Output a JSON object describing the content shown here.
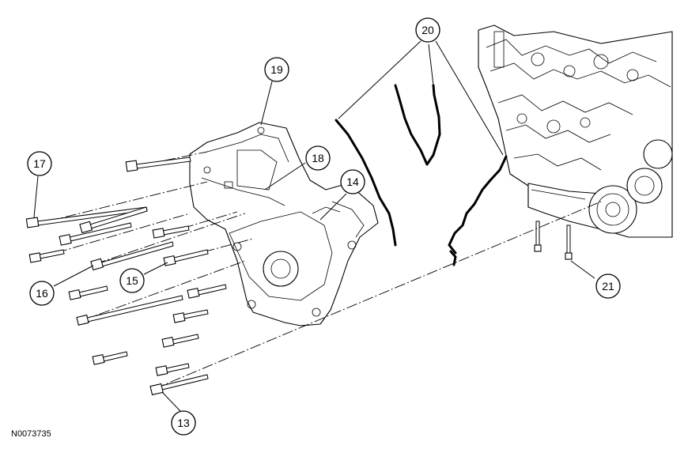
{
  "reference_code": "N0073735",
  "callouts": {
    "c13": "13",
    "c14": "14",
    "c15": "15",
    "c16": "16",
    "c17": "17",
    "c18": "18",
    "c19": "19",
    "c20": "20",
    "c21": "21"
  },
  "colors": {
    "line": "#000000",
    "background": "#ffffff"
  }
}
